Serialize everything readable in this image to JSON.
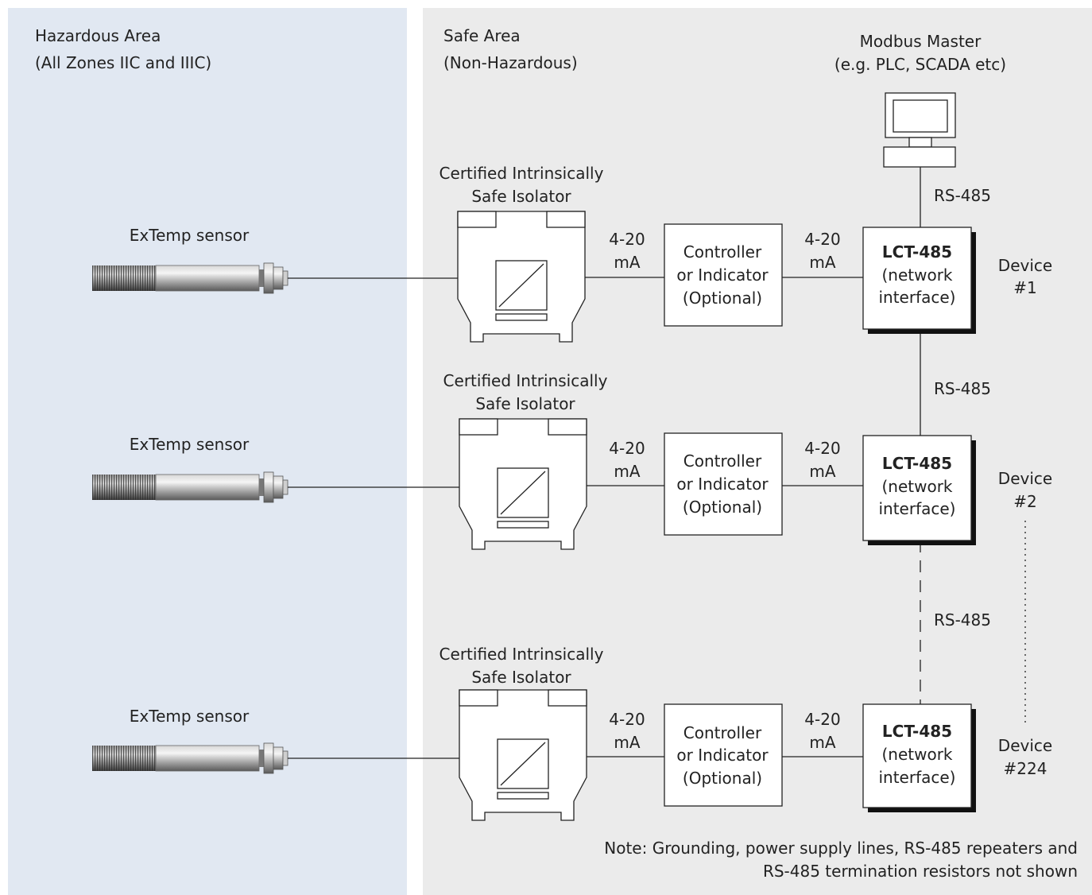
{
  "zones": {
    "hazardous": {
      "line1": "Hazardous Area",
      "line2": "(All Zones IIC and IIIC)",
      "color": "#e1e8f2"
    },
    "safe": {
      "line1": "Safe Area",
      "line2": "(Non-Hazardous)",
      "color": "#ebebeb"
    }
  },
  "master": {
    "line1": "Modbus Master",
    "line2": "(e.g. PLC, SCADA etc)",
    "icon": "computer-icon"
  },
  "rows": [
    {
      "sensor_label": "ExTemp sensor",
      "isolator": {
        "line1": "Certified Intrinsically",
        "line2": "Safe Isolator"
      },
      "signal_left": {
        "line1": "4-20",
        "line2": "mA"
      },
      "controller": {
        "line1": "Controller",
        "line2": "or Indicator",
        "line3": "(Optional)"
      },
      "signal_right": {
        "line1": "4-20",
        "line2": "mA"
      },
      "lct": {
        "title": "LCT-485",
        "line2": "(network",
        "line3": "interface)"
      },
      "device": {
        "line1": "Device",
        "line2": "#1"
      }
    },
    {
      "sensor_label": "ExTemp sensor",
      "isolator": {
        "line1": "Certified Intrinsically",
        "line2": "Safe Isolator"
      },
      "signal_left": {
        "line1": "4-20",
        "line2": "mA"
      },
      "controller": {
        "line1": "Controller",
        "line2": "or Indicator",
        "line3": "(Optional)"
      },
      "signal_right": {
        "line1": "4-20",
        "line2": "mA"
      },
      "lct": {
        "title": "LCT-485",
        "line2": "(network",
        "line3": "interface)"
      },
      "device": {
        "line1": "Device",
        "line2": "#2"
      }
    },
    {
      "sensor_label": "ExTemp sensor",
      "isolator": {
        "line1": "Certified Intrinsically",
        "line2": "Safe Isolator"
      },
      "signal_left": {
        "line1": "4-20",
        "line2": "mA"
      },
      "controller": {
        "line1": "Controller",
        "line2": "or Indicator",
        "line3": "(Optional)"
      },
      "signal_right": {
        "line1": "4-20",
        "line2": "mA"
      },
      "lct": {
        "title": "LCT-485",
        "line2": "(network",
        "line3": "interface)"
      },
      "device": {
        "line1": "Device",
        "line2": "#224"
      }
    }
  ],
  "bus_labels": [
    "RS-485",
    "RS-485",
    "RS-485"
  ],
  "note": {
    "line1": "Note: Grounding, power supply lines, RS-485 repeaters and",
    "line2": "RS-485 termination resistors not shown"
  }
}
